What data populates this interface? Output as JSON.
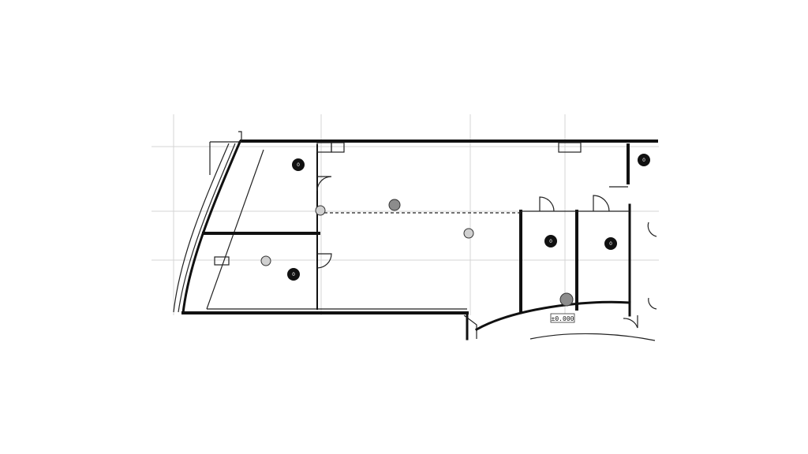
{
  "plan": {
    "elevation_mark": "±0.000",
    "room_markers": [
      {
        "id": "room-marker-1",
        "label": "0"
      },
      {
        "id": "room-marker-2",
        "label": "0"
      },
      {
        "id": "room-marker-3",
        "label": "0"
      },
      {
        "id": "room-marker-4",
        "label": "0"
      },
      {
        "id": "room-marker-5",
        "label": "0"
      }
    ]
  }
}
